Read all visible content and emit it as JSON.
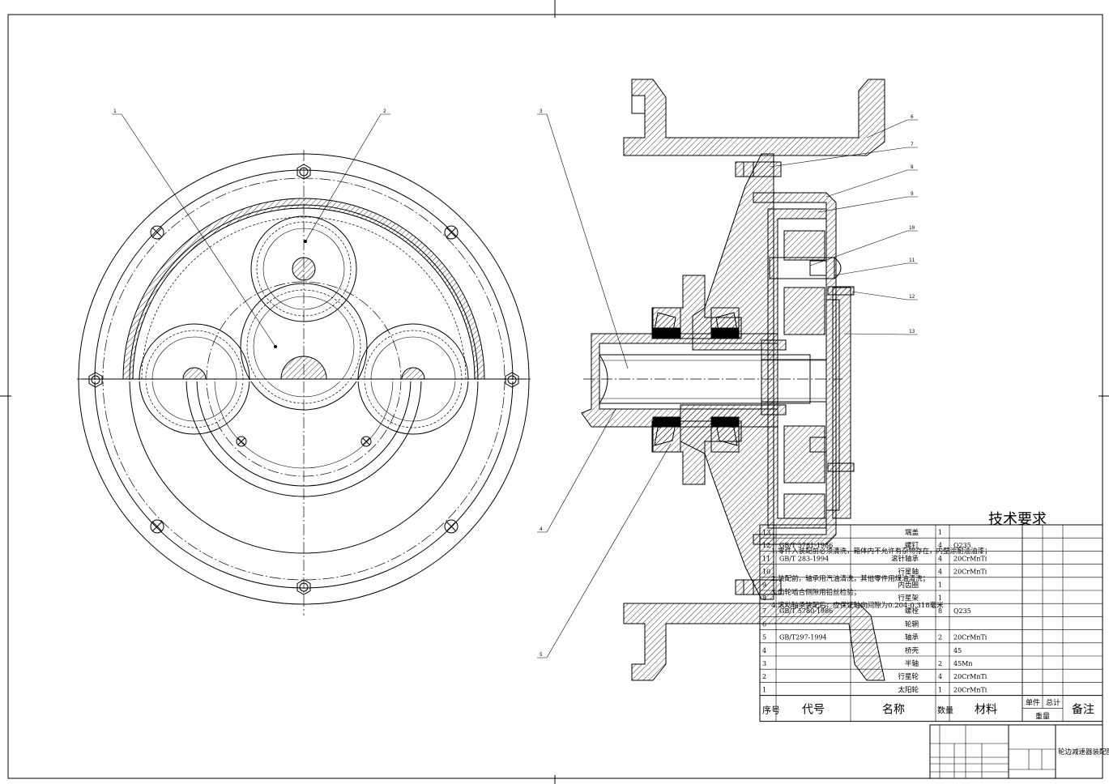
{
  "drawing": {
    "title_block_name": "轮边减速器装配图",
    "tech_req_title": "技术要求",
    "tech_req_lines": [
      "1.零件入装配前必须清洗，箱体内不允许有杂物存在，内壁涂耐油油漆；",
      "2.装配前，轴承用汽油清洗，其他零件用煤油清洗；",
      "3.齿轮啮合侧隙用铅丝检验；",
      "4.滚动轴承装配后，应保证轴向间隙为0.204-0.318毫米"
    ],
    "balloons": [
      "1",
      "2",
      "3",
      "4",
      "5",
      "6",
      "7",
      "8",
      "9",
      "10",
      "11",
      "12",
      "13"
    ],
    "bom_rows": [
      {
        "no": "13",
        "code": "",
        "name": "端盖",
        "qty": "1",
        "material": ""
      },
      {
        "no": "12",
        "code": "GB/T 5781-1986",
        "name": "螺钉",
        "qty": "4",
        "material": "Q235"
      },
      {
        "no": "11",
        "code": "GB/T 283-1994",
        "name": "滚针轴承",
        "qty": "4",
        "material": "20CrMnTi"
      },
      {
        "no": "10",
        "code": "",
        "name": "行星轴",
        "qty": "4",
        "material": "20CrMnTi"
      },
      {
        "no": "9",
        "code": "",
        "name": "内齿圈",
        "qty": "1",
        "material": ""
      },
      {
        "no": "8",
        "code": "",
        "name": "行星架",
        "qty": "1",
        "material": ""
      },
      {
        "no": "7",
        "code": "GB/T 5780-1986",
        "name": "螺栓",
        "qty": "8",
        "material": "Q235"
      },
      {
        "no": "6",
        "code": "",
        "name": "轮辋",
        "qty": "",
        "material": ""
      },
      {
        "no": "5",
        "code": "GB/T297-1994",
        "name": "轴承",
        "qty": "2",
        "material": "20CrMnTi"
      },
      {
        "no": "4",
        "code": "",
        "name": "桥壳",
        "qty": "",
        "material": "45"
      },
      {
        "no": "3",
        "code": "",
        "name": "半轴",
        "qty": "2",
        "material": "45Mn"
      },
      {
        "no": "2",
        "code": "",
        "name": "行星轮",
        "qty": "4",
        "material": "20CrMnTi"
      },
      {
        "no": "1",
        "code": "",
        "name": "太阳轮",
        "qty": "1",
        "material": "20CrMnTi"
      }
    ],
    "bom_header": {
      "no": "序号",
      "code": "代号",
      "name": "名称",
      "qty": "数量",
      "material": "材料",
      "unit_weight": "单件",
      "total_weight": "总计",
      "weight": "重量",
      "remark": "备注"
    }
  }
}
